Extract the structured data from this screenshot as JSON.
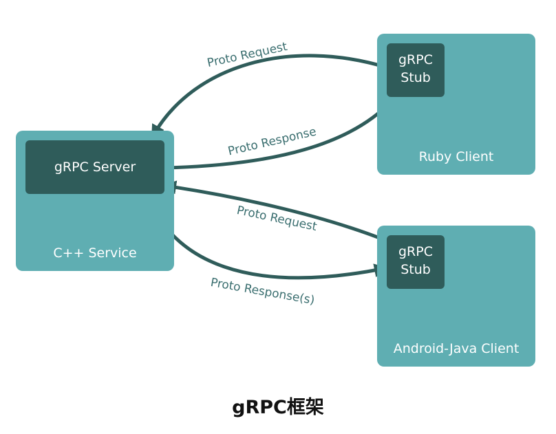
{
  "nodes": {
    "cpp_service": {
      "label": "C++ Service",
      "inner_label": "gRPC Server"
    },
    "ruby_client": {
      "label": "Ruby Client",
      "stub_line1": "gRPC",
      "stub_line2": "Stub"
    },
    "android_client": {
      "label": "Android-Java Client",
      "stub_line1": "gRPC",
      "stub_line2": "Stub"
    }
  },
  "edges": {
    "ruby_request": "Proto Request",
    "ruby_response": "Proto Response",
    "android_request": "Proto Request",
    "android_response": "Proto Response(s)"
  },
  "caption": "gRPC框架",
  "colors": {
    "container": "#5faeb2",
    "inner_box": "#2f5c5a",
    "arrow": "#2f5c5a",
    "edge_text": "#3a6e6f",
    "caption": "#111111"
  }
}
